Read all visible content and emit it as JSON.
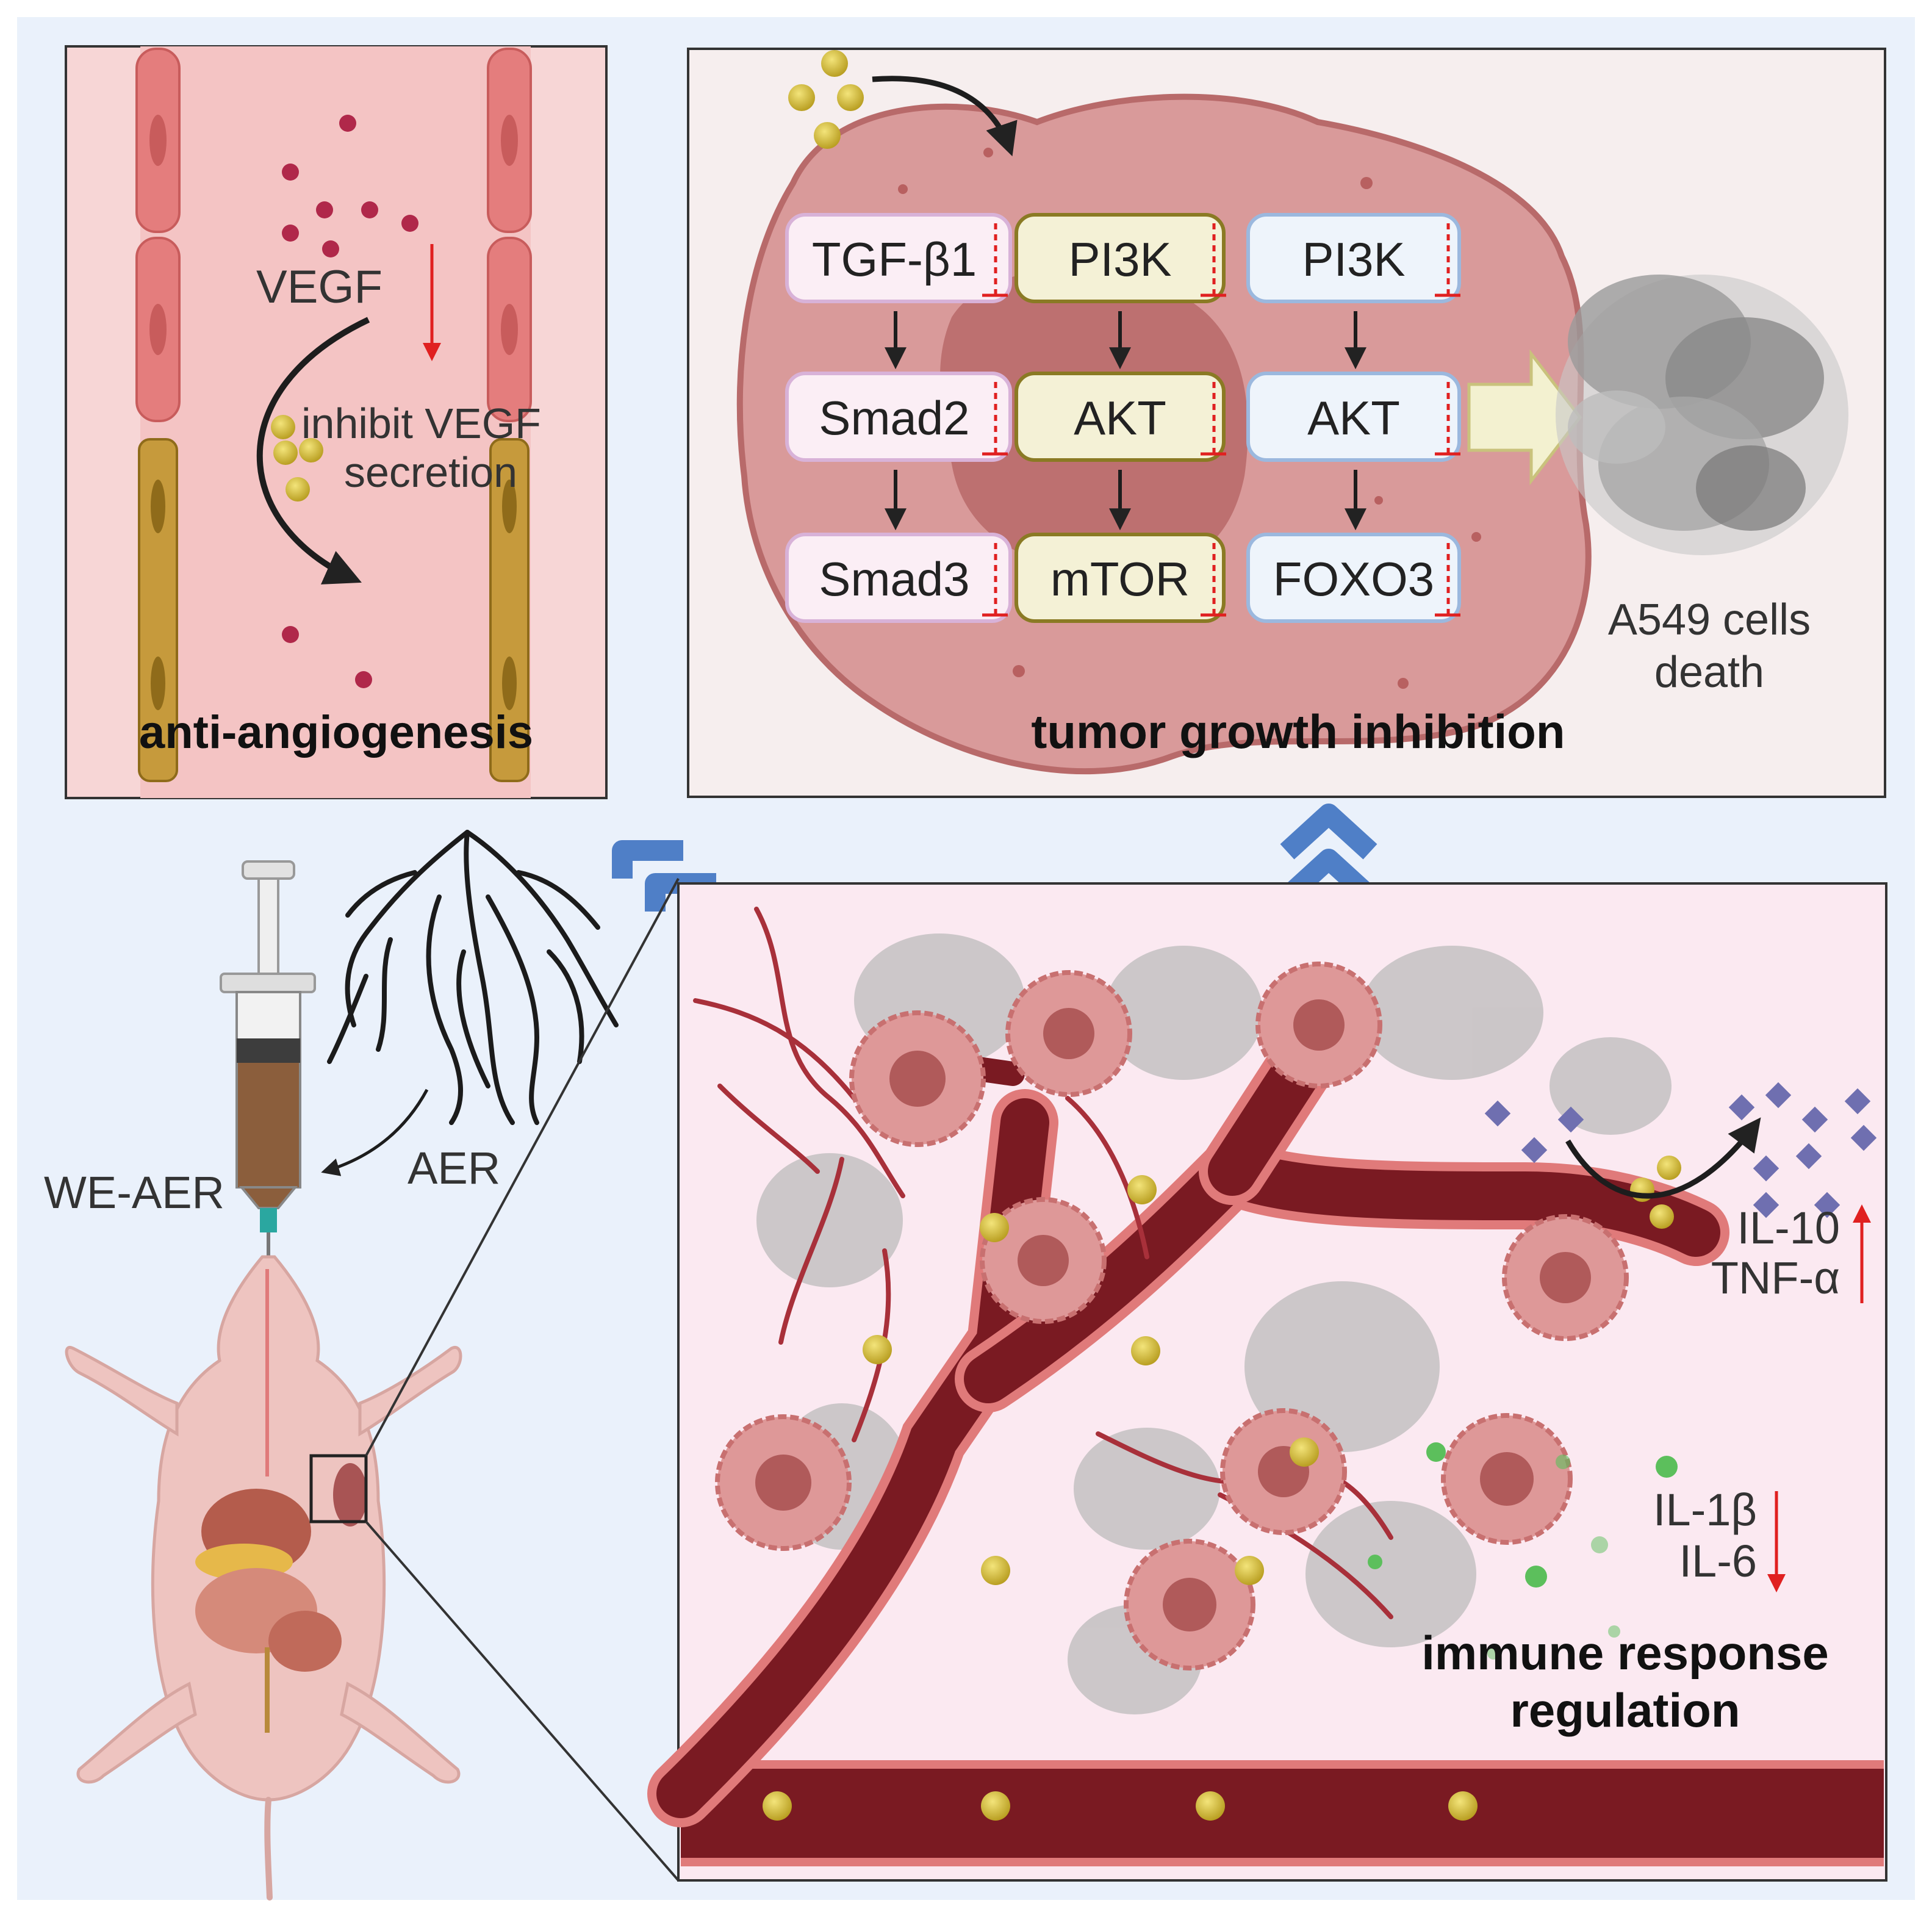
{
  "colors": {
    "background": "#eaf1fb",
    "left_panel": "#f7d6d6",
    "tumor_panel": "#f6eeee",
    "bottom_panel": "#fbe9f1",
    "tumor_cell": "#d99a9a",
    "vessel": "#7a1a22",
    "nanoparticle": "#d8c13a",
    "chevron": "#4f7fc7",
    "arrow_red": "#e02020"
  },
  "panels": {
    "anti_angiogenesis": {
      "title": "anti-angiogenesis",
      "vegf_label": "VEGF",
      "annotation_line1": "inhibit VEGF",
      "annotation_line2": "secretion"
    },
    "tumor_growth": {
      "title": "tumor growth inhibition",
      "pathways": [
        {
          "style": "pink",
          "nodes": [
            "TGF-β1",
            "Smad2",
            "Smad3"
          ]
        },
        {
          "style": "yellow",
          "nodes": [
            "PI3K",
            "AKT",
            "mTOR"
          ]
        },
        {
          "style": "blue",
          "nodes": [
            "PI3K",
            "AKT",
            "FOXO3"
          ]
        }
      ],
      "death_line1": "A549 cells",
      "death_line2": "death"
    },
    "immune": {
      "title_line1": "immune response",
      "title_line2": "regulation",
      "up_line1": "IL-10",
      "up_line2": "TNF-α",
      "down_line1": "IL-1β",
      "down_line2": "IL-6"
    }
  },
  "labels": {
    "syringe": "WE-AER",
    "root": "AER"
  },
  "icons": [
    "syringe-icon",
    "root-icon",
    "mouse-icon",
    "tumor-cell-icon",
    "blood-vessel-icon",
    "nanoparticle-icon",
    "cytokine-icon",
    "chevron-up-icon"
  ]
}
